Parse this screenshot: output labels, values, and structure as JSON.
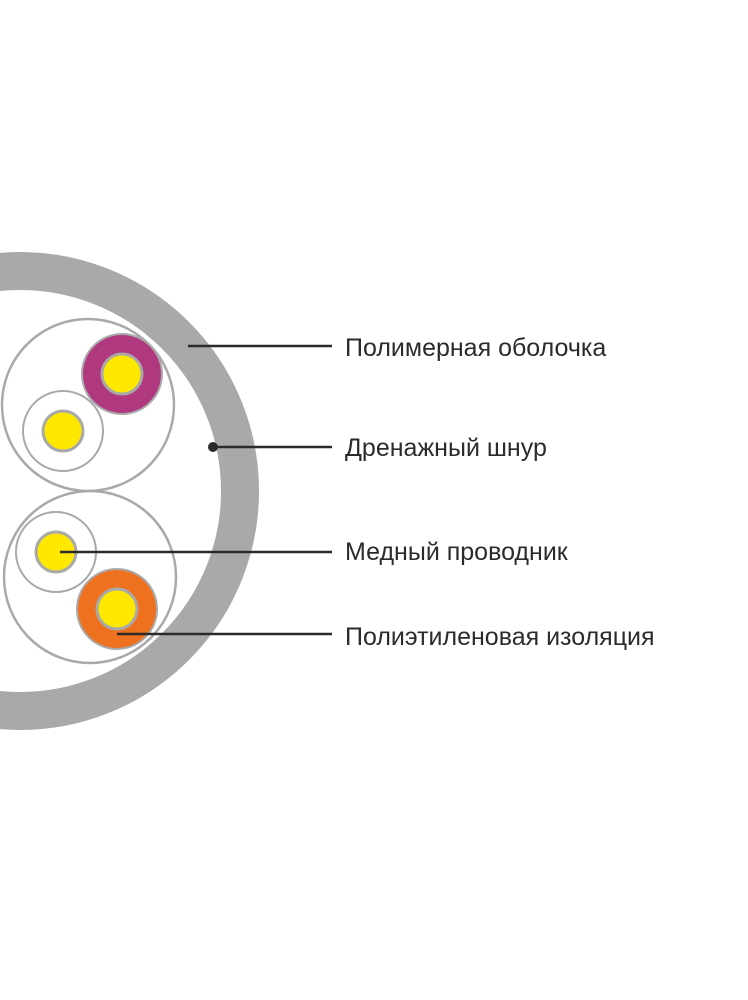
{
  "diagram": {
    "labels": {
      "jacket": "Полимерная оболочка",
      "drain_wire": "Дренажный шнур",
      "copper_conductor": "Медный проводник",
      "pe_insulation": "Полиэтиленовая изоляция"
    },
    "colors": {
      "background": "#ffffff",
      "jacket": "#a9a9a9",
      "pair_outline": "#a9a9a9",
      "insulation_magenta": "#b0387f",
      "insulation_orange": "#ee7120",
      "insulation_white": "#ffffff",
      "conductor_yellow": "#ffe800",
      "leader_line": "#2b2b2b"
    }
  }
}
